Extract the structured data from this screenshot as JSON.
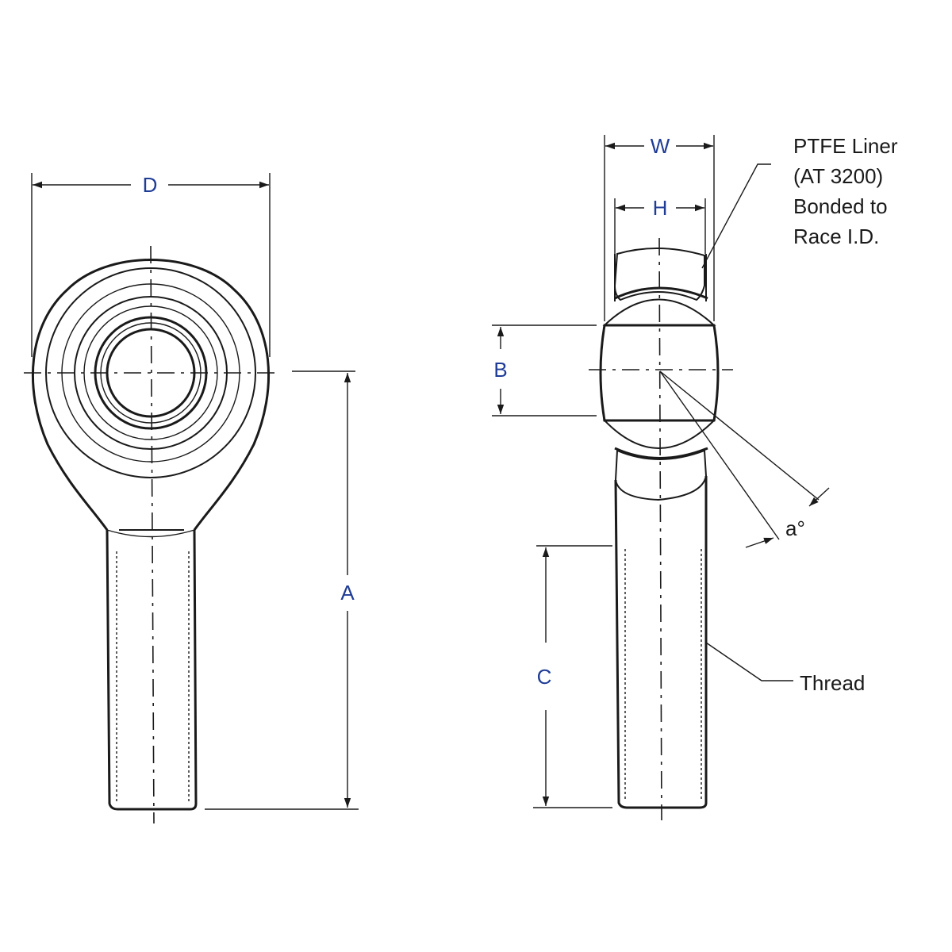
{
  "dimensions": {
    "d": "D",
    "a": "A",
    "w": "W",
    "h": "H",
    "b": "B",
    "c": "C",
    "angle": "a°"
  },
  "notes": {
    "liner": [
      "PTFE Liner",
      "(AT 3200)",
      "Bonded to",
      "Race I.D."
    ],
    "thread": "Thread"
  },
  "colors": {
    "dimension_text": "#1f3c96",
    "line": "#1a1a1a",
    "background": "#ffffff"
  }
}
